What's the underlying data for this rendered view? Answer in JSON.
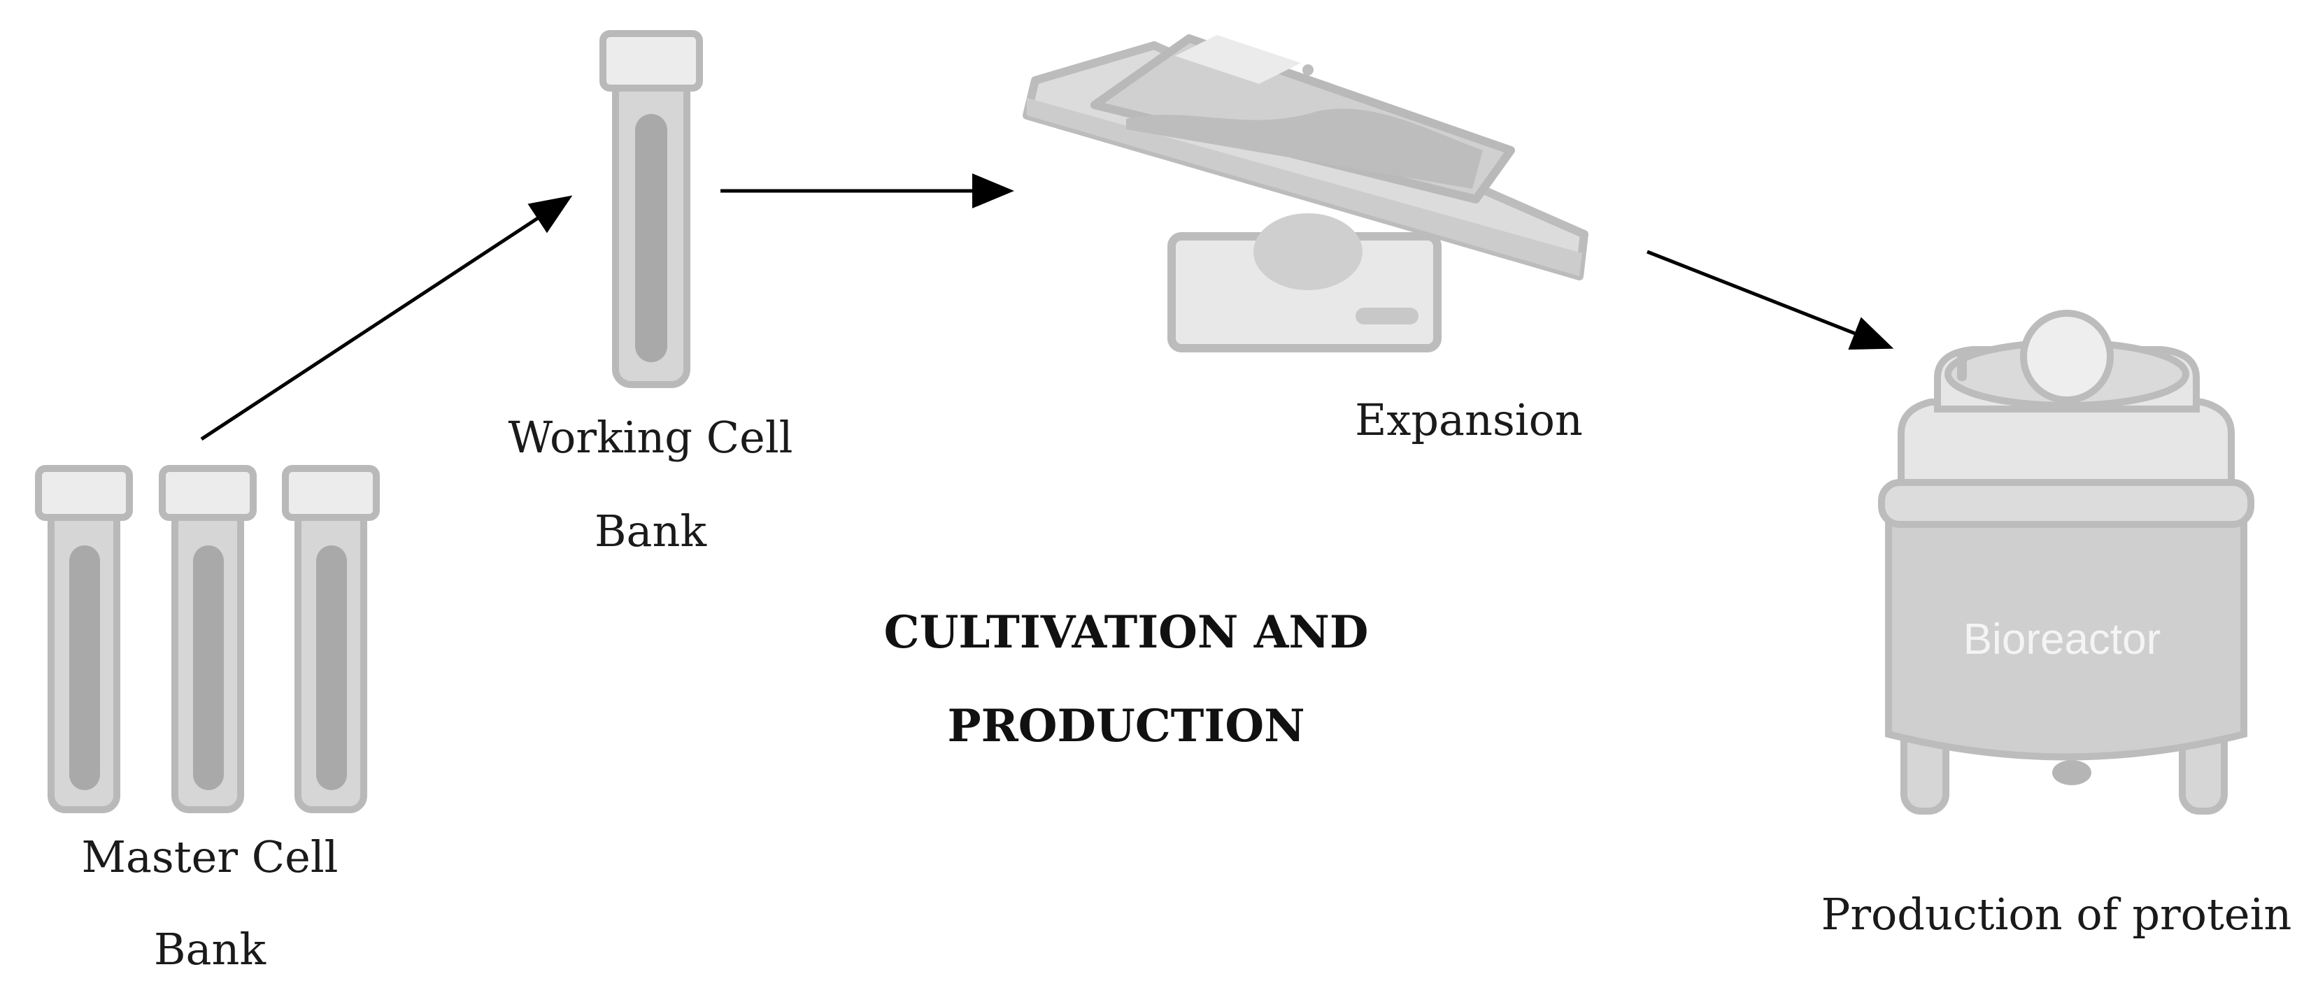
{
  "labels": {
    "master_line1": "Master Cell",
    "master_line2": "Bank",
    "working_line1": "Working Cell",
    "working_line2": "Bank",
    "expansion": "Expansion",
    "production": "Production of protein",
    "bioreactor_text": "Bioreactor"
  },
  "title": {
    "line1": "CULTIVATION AND",
    "line2": "PRODUCTION"
  },
  "colors": {
    "icon_fill": "#d6d6d6",
    "icon_stroke": "#b9b9b9",
    "liquid": "#a9a9a9",
    "arrow": "#000000",
    "text": "#1a1a1a"
  }
}
